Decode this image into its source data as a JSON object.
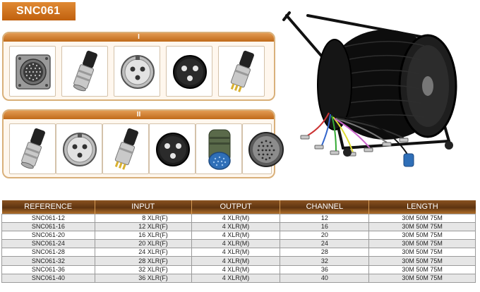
{
  "header": {
    "title": "SNC061"
  },
  "sections": [
    {
      "label": "I"
    },
    {
      "label": "II"
    }
  ],
  "connectors_row1": [
    "multipin-panel-connector",
    "xlr-female-plug",
    "xlr-female-socket",
    "xlr-male-socket",
    "xlr-male-plug"
  ],
  "connectors_row2": [
    "xlr-female-plug",
    "xlr-female-socket",
    "xlr-male-plug",
    "xlr-male-socket",
    "multipin-male-connector",
    "multipin-female-socket"
  ],
  "table": {
    "headers": [
      "REFERENCE",
      "INPUT",
      "OUTPUT",
      "CHANNEL",
      "LENGTH"
    ],
    "rows": [
      [
        "SNC061-12",
        "8 XLR(F)",
        "4 XLR(M)",
        "12",
        "30M  50M 75M"
      ],
      [
        "SNC061-16",
        "12 XLR(F)",
        "4 XLR(M)",
        "16",
        "30M  50M 75M"
      ],
      [
        "SNC061-20",
        "16 XLR(F)",
        "4 XLR(M)",
        "20",
        "30M  50M 75M"
      ],
      [
        "SNC061-24",
        "20 XLR(F)",
        "4 XLR(M)",
        "24",
        "30M  50M 75M"
      ],
      [
        "SNC061-28",
        "24 XLR(F)",
        "4 XLR(M)",
        "28",
        "30M  50M 75M"
      ],
      [
        "SNC061-32",
        "28 XLR(F)",
        "4 XLR(M)",
        "32",
        "30M  50M 75M"
      ],
      [
        "SNC061-36",
        "32 XLR(F)",
        "4 XLR(M)",
        "36",
        "30M  50M 75M"
      ],
      [
        "SNC061-40",
        "36 XLR(F)",
        "4 XLR(M)",
        "40",
        "30M  50M 75M"
      ]
    ]
  },
  "colors": {
    "accent": "#c0600e",
    "table_header": "#5e3411",
    "section_border": "#d9b07a"
  }
}
